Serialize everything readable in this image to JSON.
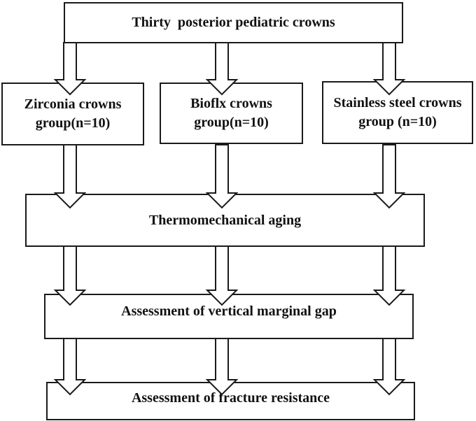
{
  "figure": {
    "background": "#ffffff",
    "line_color": "#1a1a1a",
    "text_color": "#111111",
    "top_box": {
      "label": "Thirty  posterior pediatric crowns"
    },
    "groups": [
      {
        "name": "zirconia",
        "line1": "Zirconia crowns",
        "line2": "group(n=10)"
      },
      {
        "name": "bioflx",
        "line1": "Bioflx crowns",
        "line2": "group(n=10)"
      },
      {
        "name": "stainless_steel",
        "line1": "Stainless steel crowns",
        "line2": "group (n=10)"
      }
    ],
    "stages": [
      {
        "name": "thermomechanical_aging",
        "label": "Thermomechanical aging"
      },
      {
        "name": "vertical_marginal_gap",
        "label": "Assessment of vertical marginal gap"
      },
      {
        "name": "fracture_resistance",
        "label": "Assessment of fracture resistance"
      }
    ]
  }
}
